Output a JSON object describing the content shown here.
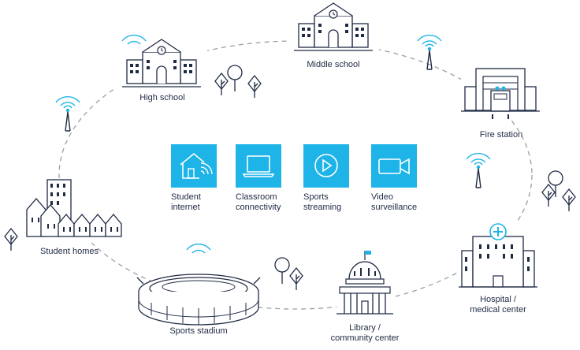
{
  "locations": {
    "high_school": "High school",
    "middle_school": "Middle school",
    "fire_station": "Fire station",
    "hospital_line1": "Hospital /",
    "hospital_line2": "medical center",
    "library_line1": "Library /",
    "library_line2": "community center",
    "sports_stadium": "Sports stadium",
    "student_homes": "Student homes"
  },
  "services": [
    {
      "line1": "Student",
      "line2": "internet",
      "icon": "house-wifi-icon"
    },
    {
      "line1": "Classroom",
      "line2": "connectivity",
      "icon": "laptop-icon"
    },
    {
      "line1": "Sports",
      "line2": "streaming",
      "icon": "play-icon"
    },
    {
      "line1": "Video",
      "line2": "surveillance",
      "icon": "video-camera-icon"
    }
  ],
  "colors": {
    "accent": "#1eb4e8",
    "line": "#1f2a44",
    "ring": "#9aa0a6"
  }
}
